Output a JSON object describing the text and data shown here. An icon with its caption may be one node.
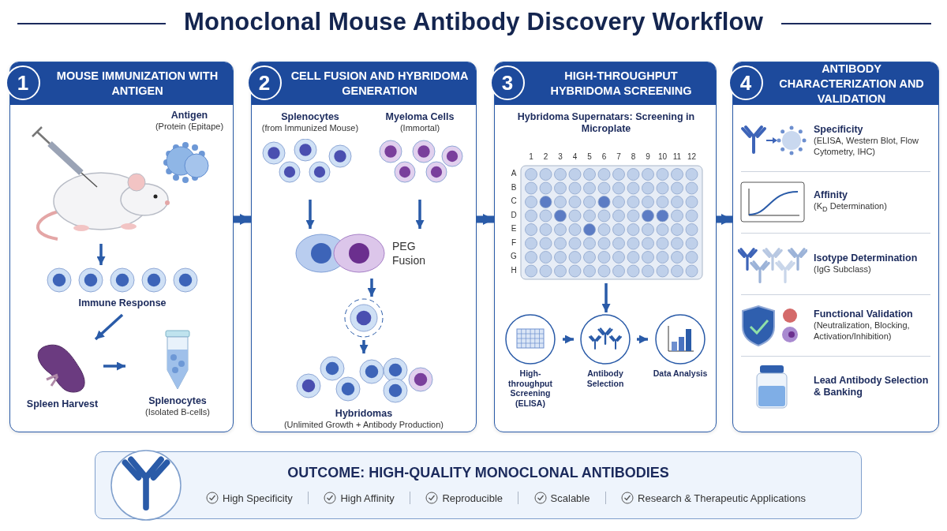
{
  "diagram": {
    "title": "Monoclonal Mouse Antibody Discovery Workflow",
    "nodes": [
      {
        "text": [
          "1",
          "MOUSE IMMUNIZATION WITH ANTIGEN"
        ]
      },
      {
        "text": [],
        "shape": "picture",
        "in": 0
      },
      {
        "text": [
          "Antigen",
          "(Protein (Epitape)"
        ],
        "in": 0
      },
      {
        "text": [
          "Immune Response"
        ],
        "in": 0
      },
      {
        "text": [
          "Spleen Harvest"
        ],
        "in": 0
      },
      {
        "text": [
          "Splenocytes",
          "(Isolated B-cells)"
        ],
        "in": 0
      },
      {
        "text": [
          "2",
          "CELL FUSION AND HYBRIDOMA GENERATION"
        ]
      },
      {
        "text": [
          "Splenocytes",
          "(from Immunized Mouse)"
        ],
        "in": 6
      },
      {
        "text": [
          "Myeloma Cells",
          "(Immortal)"
        ],
        "in": 6
      },
      {
        "text": [],
        "shape": "picture",
        "beside": [
          "PEG Fusion"
        ],
        "in": 6
      },
      {
        "text": [],
        "shape": "circle",
        "in": 6
      },
      {
        "text": [
          "Hybridomas",
          "(Unlimited Growth + Antibody Production)"
        ],
        "in": 6
      },
      {
        "text": [
          "3",
          "HIGH-THROUGHPUT HYBRIDOMA SCREENING"
        ]
      },
      {
        "text": [
          "Hybridoma Supernatars: Screening in Microplate"
        ],
        "in": 12
      },
      {
        "text": [
          "High-throughput Screening (ELISA)"
        ],
        "in": 12
      },
      {
        "text": [
          "Antibody Selection"
        ],
        "in": 12
      },
      {
        "text": [
          "Data Analysis"
        ],
        "in": 12
      },
      {
        "text": [
          "4",
          "ANTIBODY CHARACTERIZATION AND VALIDATION"
        ]
      },
      {
        "text": [
          "Specificity",
          "(ELISA, Western Blot, Flow Cytometry, IHC)"
        ],
        "in": 17
      },
      {
        "text": [
          "Affinity",
          "(K$_{D}$ Determination)"
        ],
        "in": 17
      },
      {
        "text": [
          "Isotype Determination",
          "(IgG Subclass)"
        ],
        "in": 17
      },
      {
        "text": [
          "Functional Validation",
          "(Neutralization, Blocking, Activation/Inhibition)"
        ],
        "in": 17
      },
      {
        "text": [
          "Lead Antibody Selection & Banking"
        ],
        "in": 17
      },
      {
        "text": [
          "OUTCOME: HIGH-QUALITY MONOCLONAL ANTIBODIES",
          "High Specificity",
          "High Affinity",
          "Reproducible",
          "Scalable",
          "Research & Therapeutic Applications"
        ]
      }
    ],
    "edges": [
      {
        "from": 1,
        "to": 3,
        "arrow": "to"
      },
      {
        "from": 3,
        "to": 4,
        "arrow": "to"
      },
      {
        "from": 4,
        "to": 5,
        "arrow": "to"
      },
      {
        "from": 0,
        "to": 6,
        "arrow": "to",
        "style": "thick"
      },
      {
        "from": 7,
        "to": 9,
        "arrow": "to"
      },
      {
        "from": 8,
        "to": 9,
        "arrow": "to"
      },
      {
        "from": 9,
        "to": 10,
        "arrow": "to"
      },
      {
        "from": 10,
        "to": 11,
        "arrow": "to"
      },
      {
        "from": 6,
        "to": 12,
        "arrow": "to",
        "style": "thick"
      },
      {
        "from": 13,
        "to": 15,
        "arrow": "to"
      },
      {
        "from": 14,
        "to": 15,
        "arrow": "to"
      },
      {
        "from": 15,
        "to": 16,
        "arrow": "to"
      },
      {
        "from": 12,
        "to": 17,
        "arrow": "to",
        "style": "thick"
      }
    ],
    "labels": [
      "1",
      "2",
      "3",
      "4",
      "5",
      "6",
      "7",
      "8",
      "9",
      "10",
      "11",
      "12",
      "A",
      "B",
      "C",
      "D",
      "E",
      "F",
      "G",
      "H"
    ]
  }
}
